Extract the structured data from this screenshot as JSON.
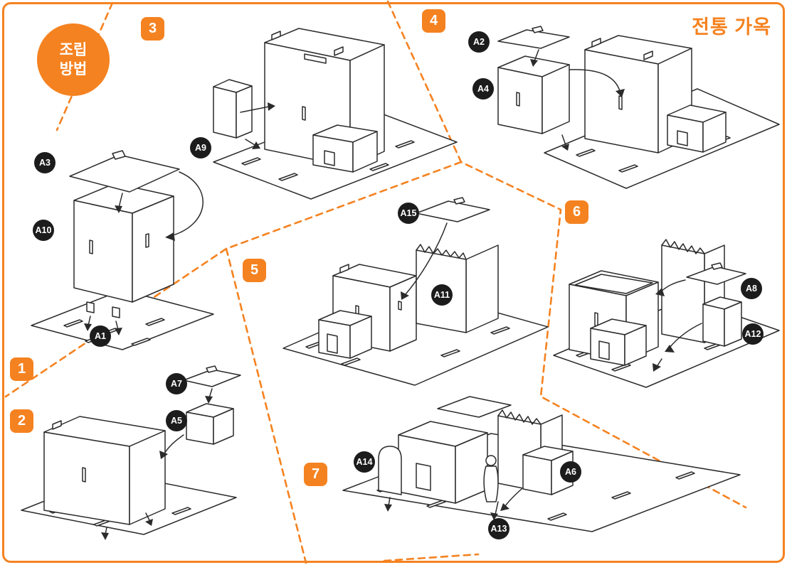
{
  "page": {
    "title": "전통 가옥",
    "badge_line1": "조립",
    "badge_line2": "방법",
    "accent_color": "#F58220",
    "label_color": "#1C1C1C"
  },
  "steps": [
    {
      "number": "1"
    },
    {
      "number": "2"
    },
    {
      "number": "3"
    },
    {
      "number": "4"
    },
    {
      "number": "5"
    },
    {
      "number": "6"
    },
    {
      "number": "7"
    }
  ],
  "part_labels": [
    {
      "id": "A1"
    },
    {
      "id": "A2"
    },
    {
      "id": "A3"
    },
    {
      "id": "A4"
    },
    {
      "id": "A5"
    },
    {
      "id": "A6"
    },
    {
      "id": "A7"
    },
    {
      "id": "A8"
    },
    {
      "id": "A9"
    },
    {
      "id": "A10"
    },
    {
      "id": "A11"
    },
    {
      "id": "A12"
    },
    {
      "id": "A13"
    },
    {
      "id": "A14"
    },
    {
      "id": "A15"
    }
  ]
}
